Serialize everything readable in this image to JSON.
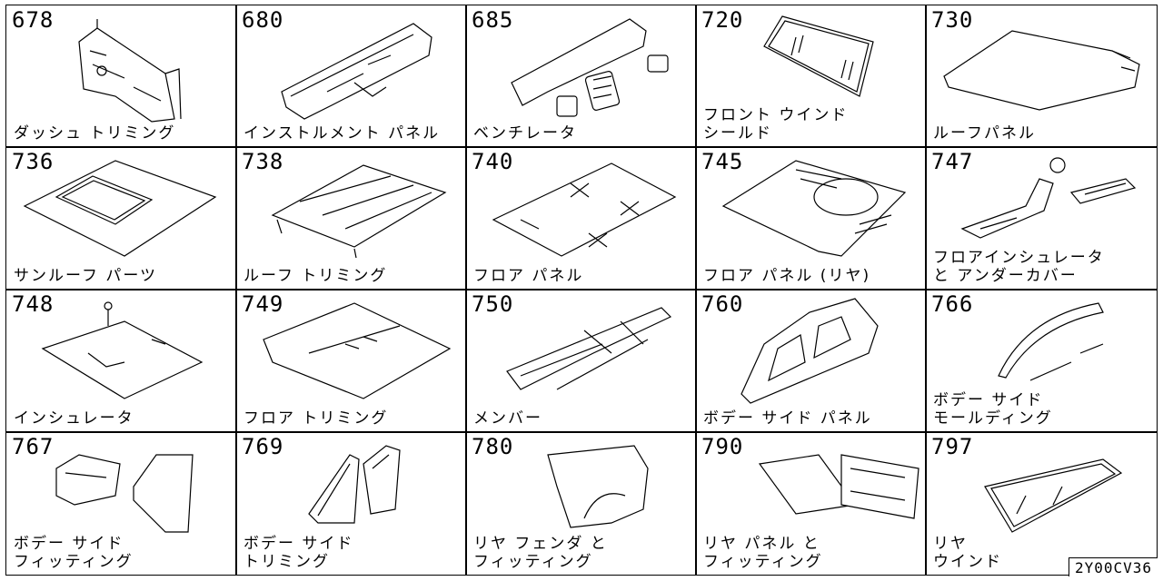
{
  "parts": [
    {
      "number": "678",
      "label": "ダッシュ トリミング",
      "icon": "dash-trim-icon"
    },
    {
      "number": "680",
      "label": "インストルメント パネル",
      "icon": "instrument-panel-icon"
    },
    {
      "number": "685",
      "label": "ベンチレータ",
      "icon": "ventilator-icon"
    },
    {
      "number": "720",
      "label": "フロント ウインド\nシールド",
      "icon": "windshield-icon"
    },
    {
      "number": "730",
      "label": "ルーフパネル",
      "icon": "roof-panel-icon"
    },
    {
      "number": "736",
      "label": "サンルーフ パーツ",
      "icon": "sunroof-icon"
    },
    {
      "number": "738",
      "label": "ルーフ トリミング",
      "icon": "roof-trim-icon"
    },
    {
      "number": "740",
      "label": "フロア パネル",
      "icon": "floor-panel-icon"
    },
    {
      "number": "745",
      "label": "フロア パネル (リヤ)",
      "icon": "rear-floor-panel-icon"
    },
    {
      "number": "747",
      "label": "フロアインシュレータ\nと アンダーカバー",
      "icon": "floor-insulator-icon"
    },
    {
      "number": "748",
      "label": "インシュレータ",
      "icon": "insulator-icon"
    },
    {
      "number": "749",
      "label": "フロア トリミング",
      "icon": "floor-trim-icon"
    },
    {
      "number": "750",
      "label": "メンバー",
      "icon": "member-frame-icon"
    },
    {
      "number": "760",
      "label": "ボデー サイド パネル",
      "icon": "body-side-panel-icon"
    },
    {
      "number": "766",
      "label": "ボデー サイド\nモールディング",
      "icon": "side-molding-icon"
    },
    {
      "number": "767",
      "label": "ボデー サイド\nフィッティング",
      "icon": "side-fitting-icon"
    },
    {
      "number": "769",
      "label": "ボデー サイド\nトリミング",
      "icon": "side-trim-icon"
    },
    {
      "number": "780",
      "label": "リヤ フェンダ と\nフィッティング",
      "icon": "rear-fender-icon"
    },
    {
      "number": "790",
      "label": "リヤ パネル と\nフィッティング",
      "icon": "rear-panel-icon"
    },
    {
      "number": "797",
      "label": "リヤ\nウインド",
      "icon": "rear-window-icon"
    }
  ],
  "diagram_code": "2Y00CV36"
}
